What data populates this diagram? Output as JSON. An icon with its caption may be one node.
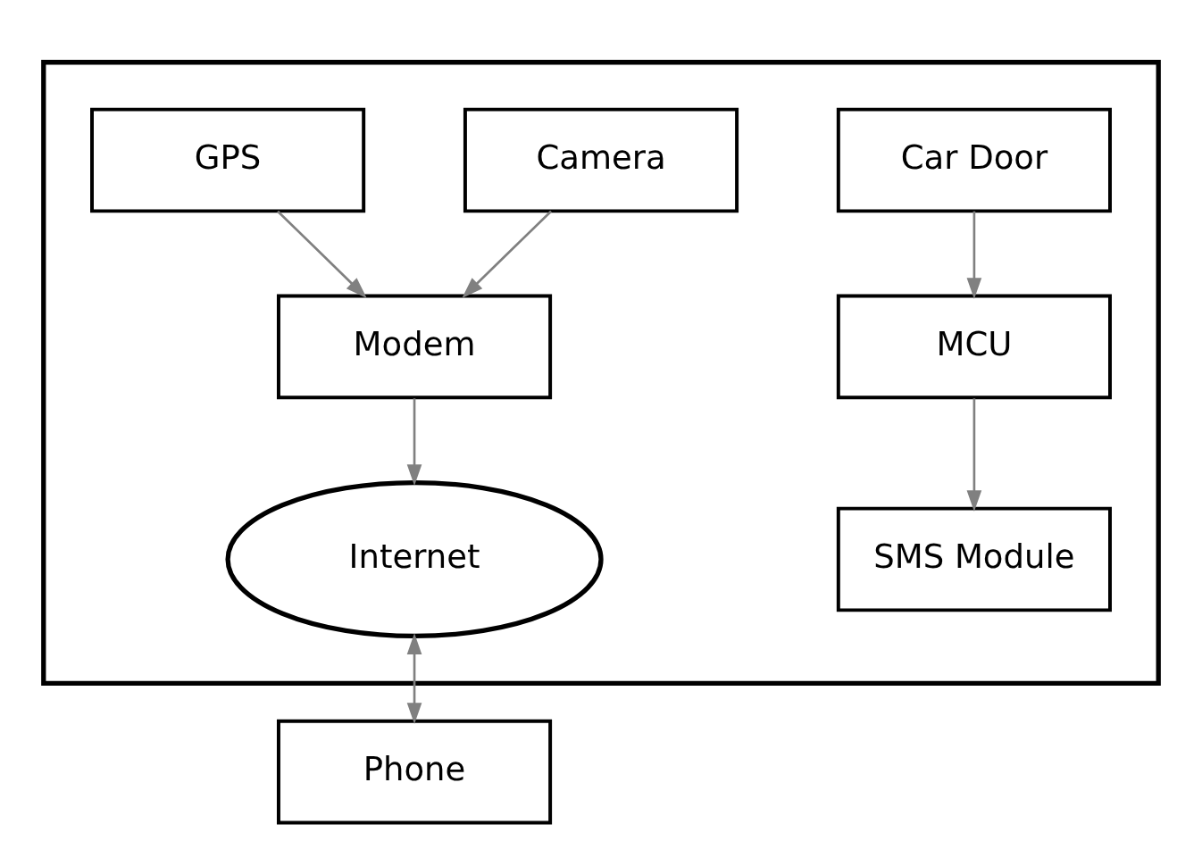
{
  "diagram": {
    "nodes": [
      {
        "text": [],
        "shape": "box"
      },
      {
        "text": [
          "Car Door"
        ],
        "in": 0
      },
      {
        "text": [
          "MCU"
        ],
        "in": 0
      },
      {
        "text": [
          "SMS Module"
        ],
        "in": 0
      },
      {
        "text": [
          "Camera"
        ],
        "in": 0
      },
      {
        "text": [
          "GPS"
        ],
        "in": 0
      },
      {
        "text": [
          "Modem"
        ],
        "in": 0
      },
      {
        "text": [
          "Internet"
        ],
        "in": 0
      },
      {
        "text": [
          "Phone"
        ]
      }
    ],
    "edges": [
      {
        "from": 1,
        "to": 2,
        "arrow": "to"
      },
      {
        "from": 2,
        "to": 3,
        "arrow": "to"
      },
      {
        "from": 4,
        "to": 6,
        "arrow": "to"
      },
      {
        "from": 5,
        "to": 6,
        "arrow": "to"
      },
      {
        "from": 6,
        "to": 7,
        "arrow": "to"
      },
      {
        "from": 7,
        "to": 8,
        "arrow": "both"
      }
    ]
  }
}
